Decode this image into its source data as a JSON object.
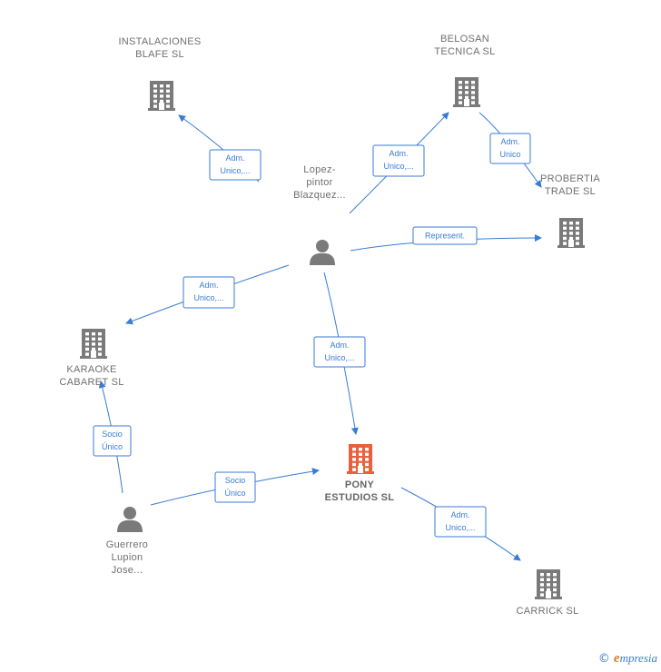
{
  "nodes": [
    {
      "id": "instalaciones",
      "kind": "company",
      "lines": [
        "INSTALACIONES",
        "BLAFE SL"
      ]
    },
    {
      "id": "belosan",
      "kind": "company",
      "lines": [
        "BELOSAN",
        "TECNICA SL"
      ]
    },
    {
      "id": "probertia",
      "kind": "company",
      "lines": [
        "PROBERTIA",
        "TRADE  SL"
      ]
    },
    {
      "id": "lopez",
      "kind": "person",
      "lines": [
        "Lopez-",
        "pintor",
        "Blazquez..."
      ]
    },
    {
      "id": "karaoke",
      "kind": "company",
      "lines": [
        "KARAOKE",
        "CABARET  SL"
      ]
    },
    {
      "id": "pony",
      "kind": "company-focus",
      "lines": [
        "PONY",
        "ESTUDIOS  SL"
      ]
    },
    {
      "id": "guerrero",
      "kind": "person",
      "lines": [
        "Guerrero",
        "Lupion",
        "Jose..."
      ]
    },
    {
      "id": "carrick",
      "kind": "company",
      "lines": [
        "CARRICK  SL"
      ]
    }
  ],
  "edges": [
    {
      "from": "lopez",
      "to": "instalaciones",
      "label": [
        "Adm.",
        "Unico,..."
      ]
    },
    {
      "from": "lopez",
      "to": "belosan",
      "label": [
        "Adm.",
        "Unico,..."
      ]
    },
    {
      "from": "belosan",
      "to": "probertia",
      "label": [
        "Adm.",
        "Unico"
      ]
    },
    {
      "from": "lopez",
      "to": "probertia",
      "label": [
        "Represent."
      ]
    },
    {
      "from": "lopez",
      "to": "karaoke",
      "label": [
        "Adm.",
        "Unico,..."
      ]
    },
    {
      "from": "lopez",
      "to": "pony",
      "label": [
        "Adm.",
        "Unico,..."
      ]
    },
    {
      "from": "guerrero",
      "to": "karaoke",
      "label": [
        "Socio",
        "Único"
      ]
    },
    {
      "from": "guerrero",
      "to": "pony",
      "label": [
        "Socio",
        "Único"
      ]
    },
    {
      "from": "pony",
      "to": "carrick",
      "label": [
        "Adm.",
        "Unico,..."
      ]
    }
  ],
  "colors": {
    "edge": "#3a7bd5",
    "building": "#7a7a7a",
    "focus": "#e8603c",
    "person": "#7a7a7a"
  },
  "icons": {
    "company": "building-icon",
    "person": "person-icon"
  },
  "brand": {
    "copyright": "©",
    "initial": "e",
    "rest": "mpresia"
  }
}
